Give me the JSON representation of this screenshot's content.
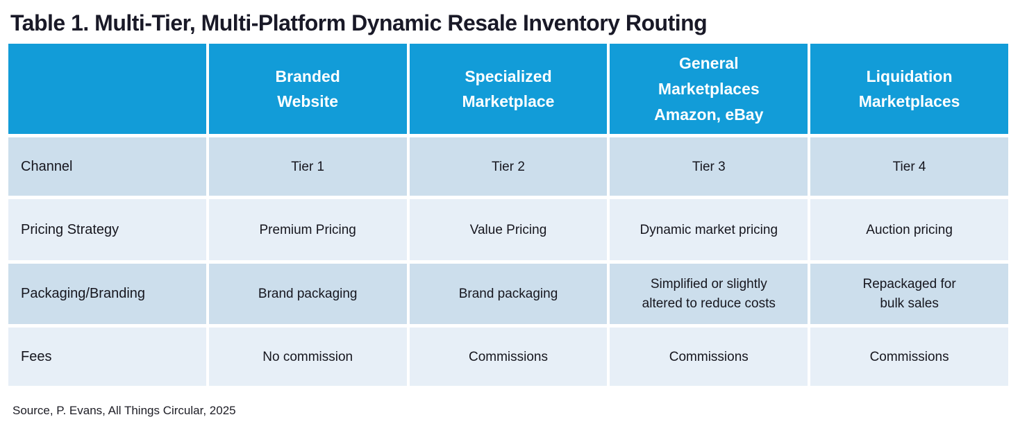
{
  "page": {
    "title": "Table 1. Multi-Tier, Multi-Platform Dynamic Resale Inventory Routing",
    "source": "Source, P. Evans, All Things Circular, 2025"
  },
  "colors": {
    "header_bg": "#129CD8",
    "header_text": "#FFFFFF",
    "row_dark_bg": "#CCDEEC",
    "row_light_bg": "#E7EFF7",
    "body_text": "#16161E",
    "title_text": "#191927"
  },
  "table": {
    "columns": [
      "",
      "Branded\nWebsite",
      "Specialized\nMarketplace",
      "General\nMarketplaces\nAmazon, eBay",
      "Liquidation\nMarketplaces"
    ],
    "rows": [
      {
        "label": "Channel",
        "values": [
          "Tier 1",
          "Tier 2",
          "Tier 3",
          "Tier 4"
        ]
      },
      {
        "label": "Pricing Strategy",
        "values": [
          "Premium Pricing",
          "Value Pricing",
          "Dynamic market pricing",
          "Auction pricing"
        ]
      },
      {
        "label": "Packaging/Branding",
        "values": [
          "Brand packaging",
          "Brand packaging",
          "Simplified or slightly\naltered to reduce costs",
          "Repackaged for\nbulk sales"
        ]
      },
      {
        "label": "Fees",
        "values": [
          "No commission",
          "Commissions",
          "Commissions",
          "Commissions"
        ]
      }
    ]
  }
}
